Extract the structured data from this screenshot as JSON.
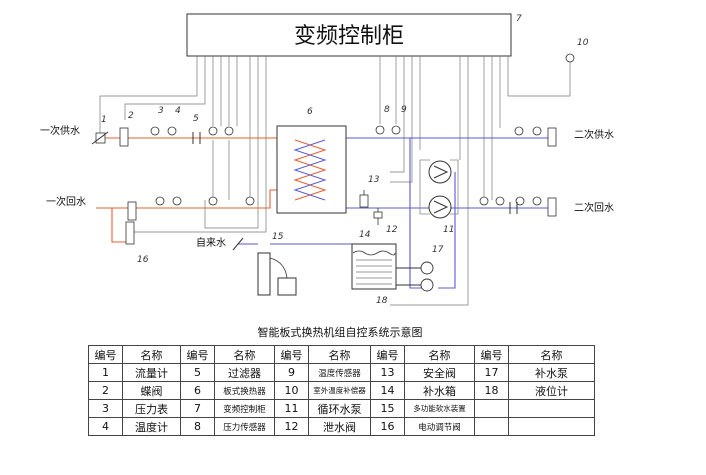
{
  "diagram": {
    "cabinet_label": "变频控制柜",
    "caption": "智能板式换热机组自控系统示意图",
    "labels": {
      "primary_supply": "一次供水",
      "primary_return": "一次回水",
      "secondary_supply": "二次供水",
      "secondary_return": "二次回水",
      "tap_water": "自来水"
    },
    "callouts": [
      "1",
      "2",
      "3",
      "4",
      "5",
      "6",
      "7",
      "8",
      "9",
      "10",
      "11",
      "12",
      "13",
      "14",
      "15",
      "16",
      "17",
      "18"
    ],
    "colors": {
      "hot_line": "#e8602c",
      "cold_line": "#5a5ad6",
      "signal_line": "#666666",
      "frame": "#333333"
    }
  },
  "legend": {
    "header": [
      "编号",
      "名称",
      "编号",
      "名称",
      "编号",
      "名称",
      "编号",
      "名称",
      "编号",
      "名称"
    ],
    "rows": [
      [
        "1",
        "流量计",
        "5",
        "过滤器",
        "9",
        "温度传感器",
        "13",
        "安全阀",
        "17",
        "补水泵"
      ],
      [
        "2",
        "蝶阀",
        "6",
        "板式换热器",
        "10",
        "室外温度补偿器",
        "14",
        "补水箱",
        "18",
        "液位计"
      ],
      [
        "3",
        "压力表",
        "7",
        "变频控制柜",
        "11",
        "循环水泵",
        "15",
        "多功能软水装置",
        "",
        ""
      ],
      [
        "4",
        "温度计",
        "8",
        "压力传感器",
        "12",
        "泄水阀",
        "16",
        "电动调节阀",
        "",
        ""
      ]
    ]
  }
}
